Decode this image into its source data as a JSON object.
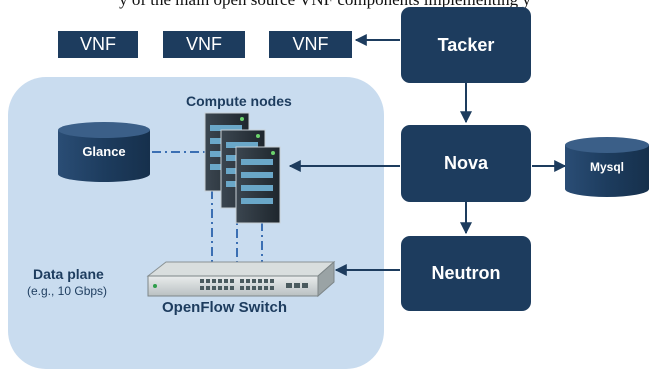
{
  "top_text": "y of the main open source VNF components implementing y",
  "vnfs": [
    "VNF",
    "VNF",
    "VNF"
  ],
  "controllers": {
    "tacker": "Tacker",
    "nova": "Nova",
    "neutron": "Neutron"
  },
  "databases": {
    "glance": "Glance",
    "mysql": "Mysql"
  },
  "labels": {
    "compute_nodes": "Compute nodes",
    "data_plane": "Data plane",
    "data_plane_rate": "(e.g., 10 Gbps)",
    "switch": "OpenFlow Switch"
  },
  "colors": {
    "box": "#1d3c5e",
    "region": "#c9dcef",
    "arrow": "#1d3c5e",
    "dash": "#3b6fb3"
  }
}
